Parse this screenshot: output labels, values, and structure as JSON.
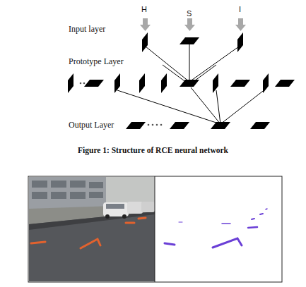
{
  "diagram": {
    "caption": "Figure 1: Structure of RCE neural network",
    "labels": [
      "H",
      "S",
      "I",
      "Input layer",
      "Prototype Layer",
      "Output Layer"
    ]
  }
}
